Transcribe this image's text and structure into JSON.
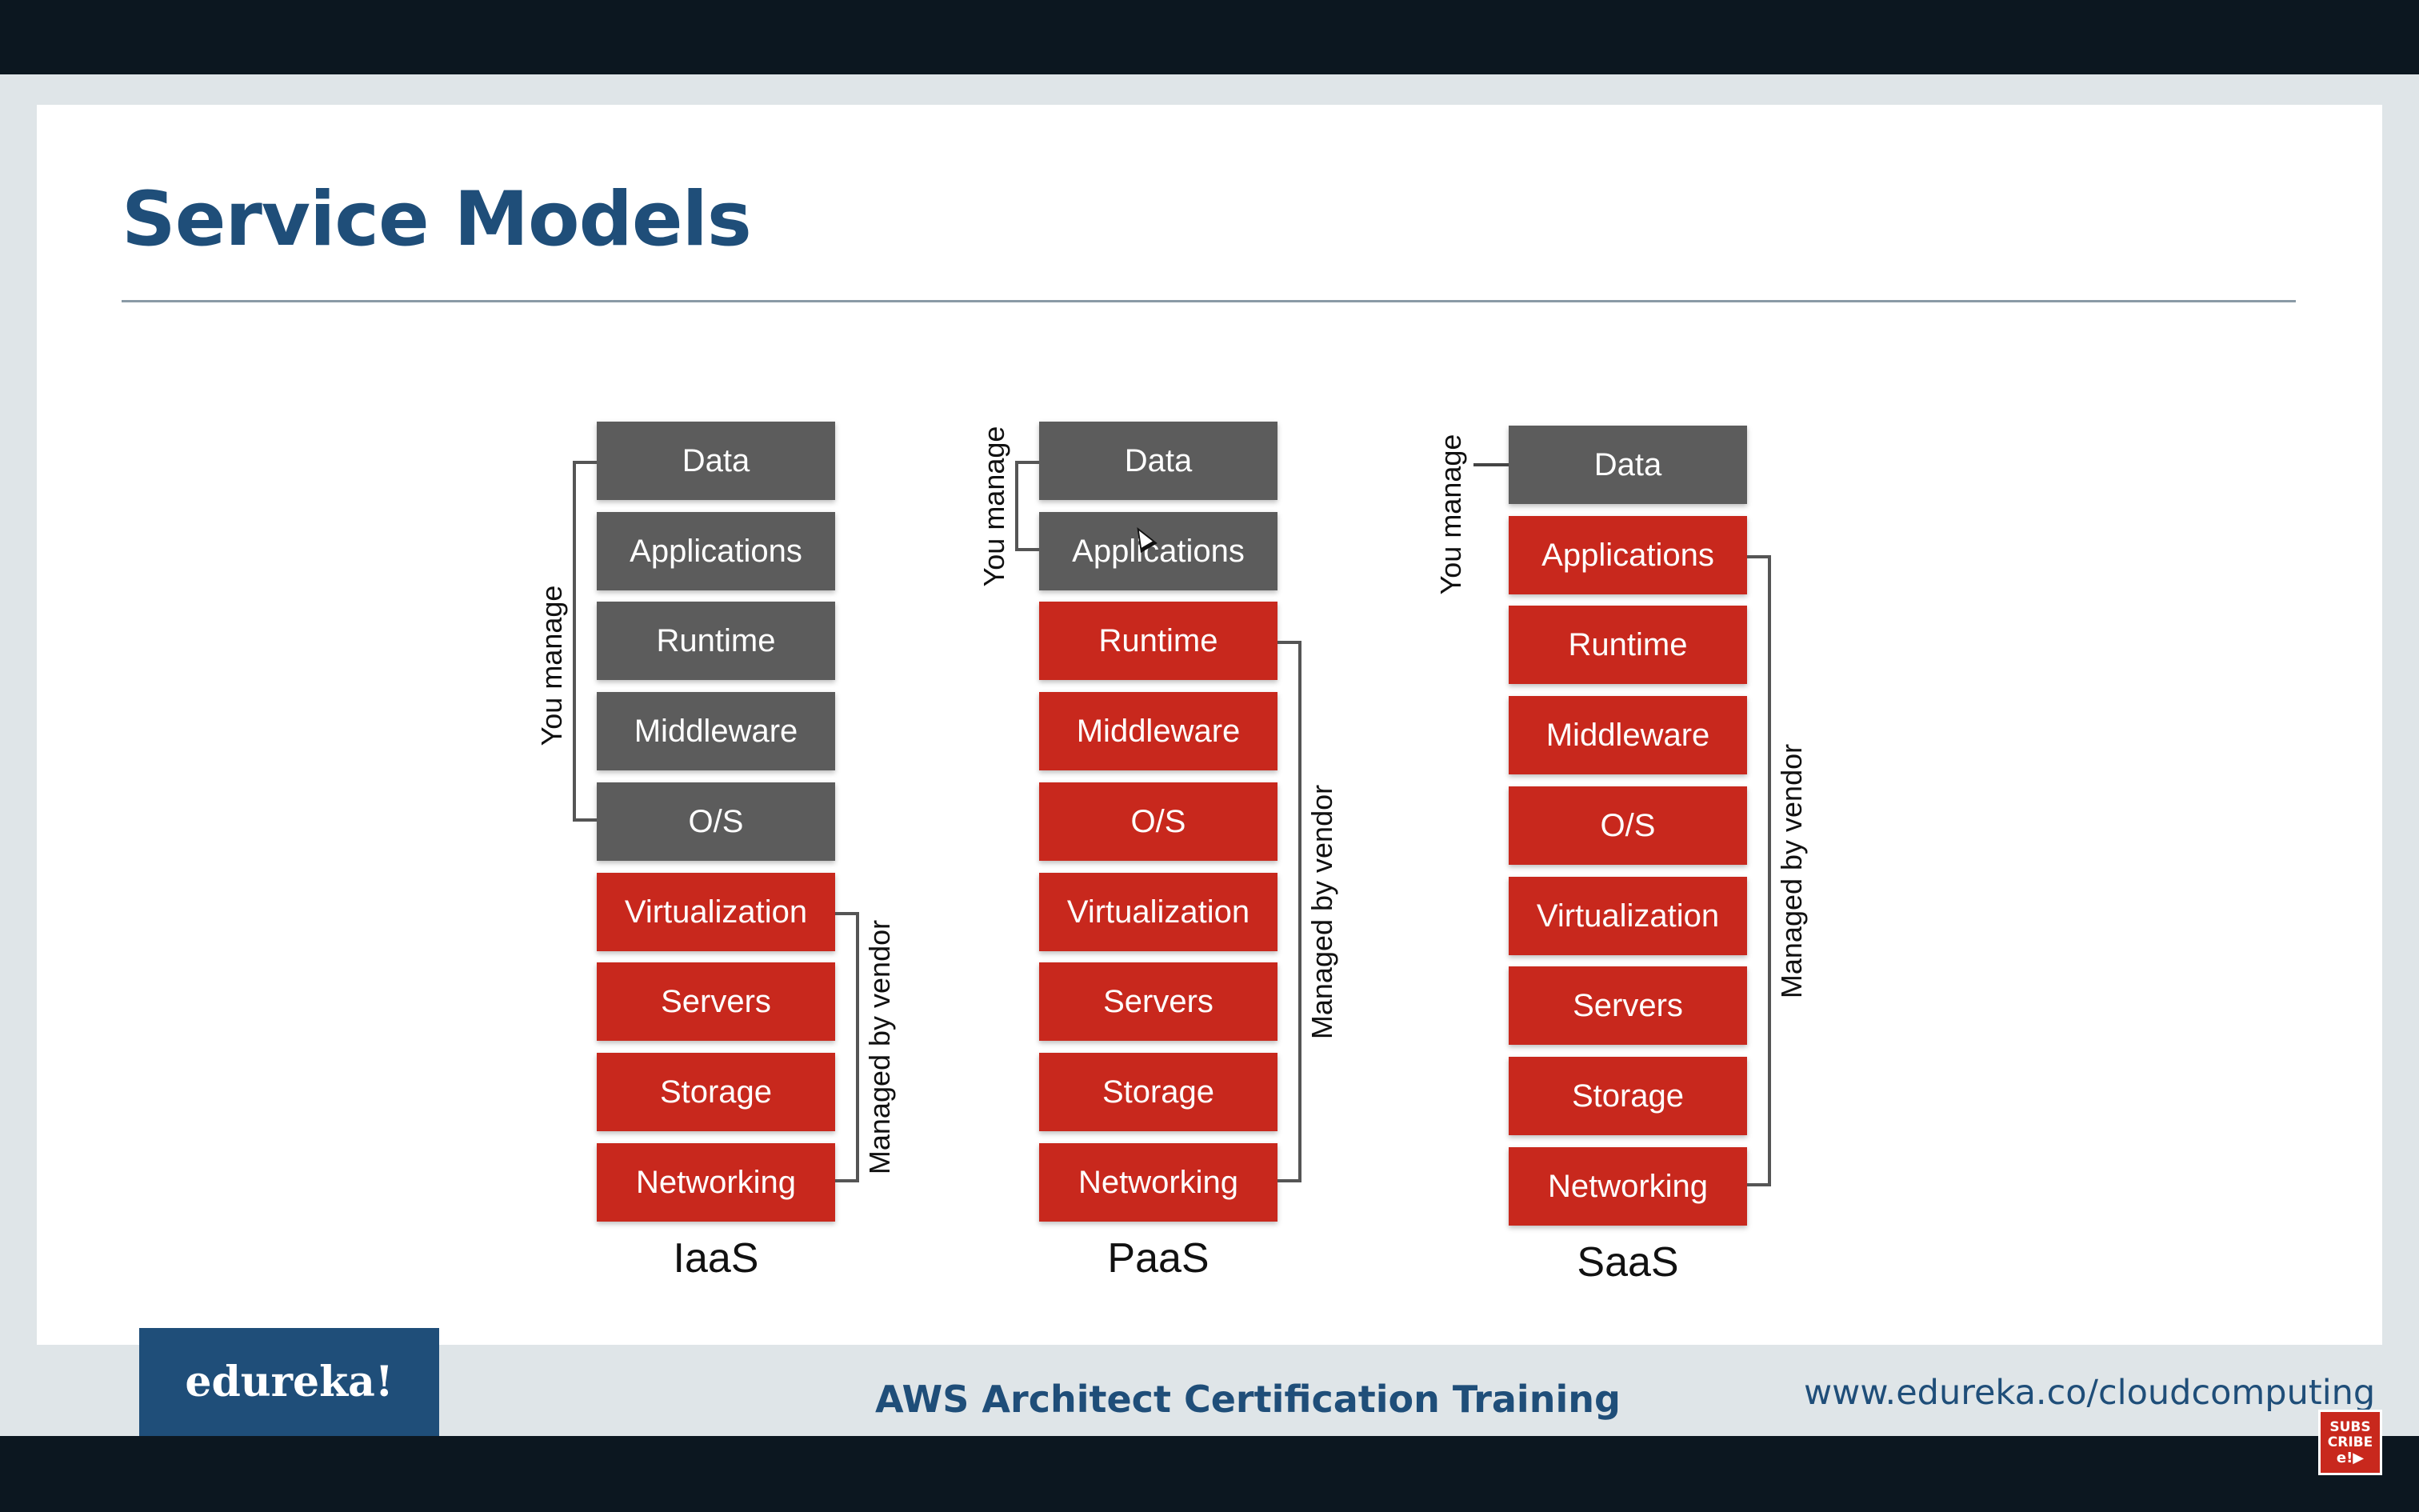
{
  "slide": {
    "title": "Service Models"
  },
  "colors": {
    "title": "#1f4e79",
    "you_manage": "#5c5c5c",
    "managed_by_vendor": "#c8281d"
  },
  "models": [
    {
      "name": "IaaS",
      "you_label": "You manage",
      "vendor_label": "Managed by vendor",
      "layers": [
        {
          "label": "Data",
          "owner": "you"
        },
        {
          "label": "Applications",
          "owner": "you"
        },
        {
          "label": "Runtime",
          "owner": "you"
        },
        {
          "label": "Middleware",
          "owner": "you"
        },
        {
          "label": "O/S",
          "owner": "you"
        },
        {
          "label": "Virtualization",
          "owner": "vendor"
        },
        {
          "label": "Servers",
          "owner": "vendor"
        },
        {
          "label": "Storage",
          "owner": "vendor"
        },
        {
          "label": "Networking",
          "owner": "vendor"
        }
      ]
    },
    {
      "name": "PaaS",
      "you_label": "You manage",
      "vendor_label": "Managed by vendor",
      "layers": [
        {
          "label": "Data",
          "owner": "you"
        },
        {
          "label": "Applications",
          "owner": "you"
        },
        {
          "label": "Runtime",
          "owner": "vendor"
        },
        {
          "label": "Middleware",
          "owner": "vendor"
        },
        {
          "label": "O/S",
          "owner": "vendor"
        },
        {
          "label": "Virtualization",
          "owner": "vendor"
        },
        {
          "label": "Servers",
          "owner": "vendor"
        },
        {
          "label": "Storage",
          "owner": "vendor"
        },
        {
          "label": "Networking",
          "owner": "vendor"
        }
      ]
    },
    {
      "name": "SaaS",
      "you_label": "You manage",
      "vendor_label": "Managed by vendor",
      "layers": [
        {
          "label": "Data",
          "owner": "you"
        },
        {
          "label": "Applications",
          "owner": "vendor"
        },
        {
          "label": "Runtime",
          "owner": "vendor"
        },
        {
          "label": "Middleware",
          "owner": "vendor"
        },
        {
          "label": "O/S",
          "owner": "vendor"
        },
        {
          "label": "Virtualization",
          "owner": "vendor"
        },
        {
          "label": "Servers",
          "owner": "vendor"
        },
        {
          "label": "Storage",
          "owner": "vendor"
        },
        {
          "label": "Networking",
          "owner": "vendor"
        }
      ]
    }
  ],
  "footer": {
    "logo": "edureka!",
    "course": "AWS Architect Certification Training",
    "url": "www.edureka.co/cloudcomputing",
    "subscribe_line1": "SUBS",
    "subscribe_line2": "CRIBE",
    "subscribe_line3": "e!▶"
  }
}
